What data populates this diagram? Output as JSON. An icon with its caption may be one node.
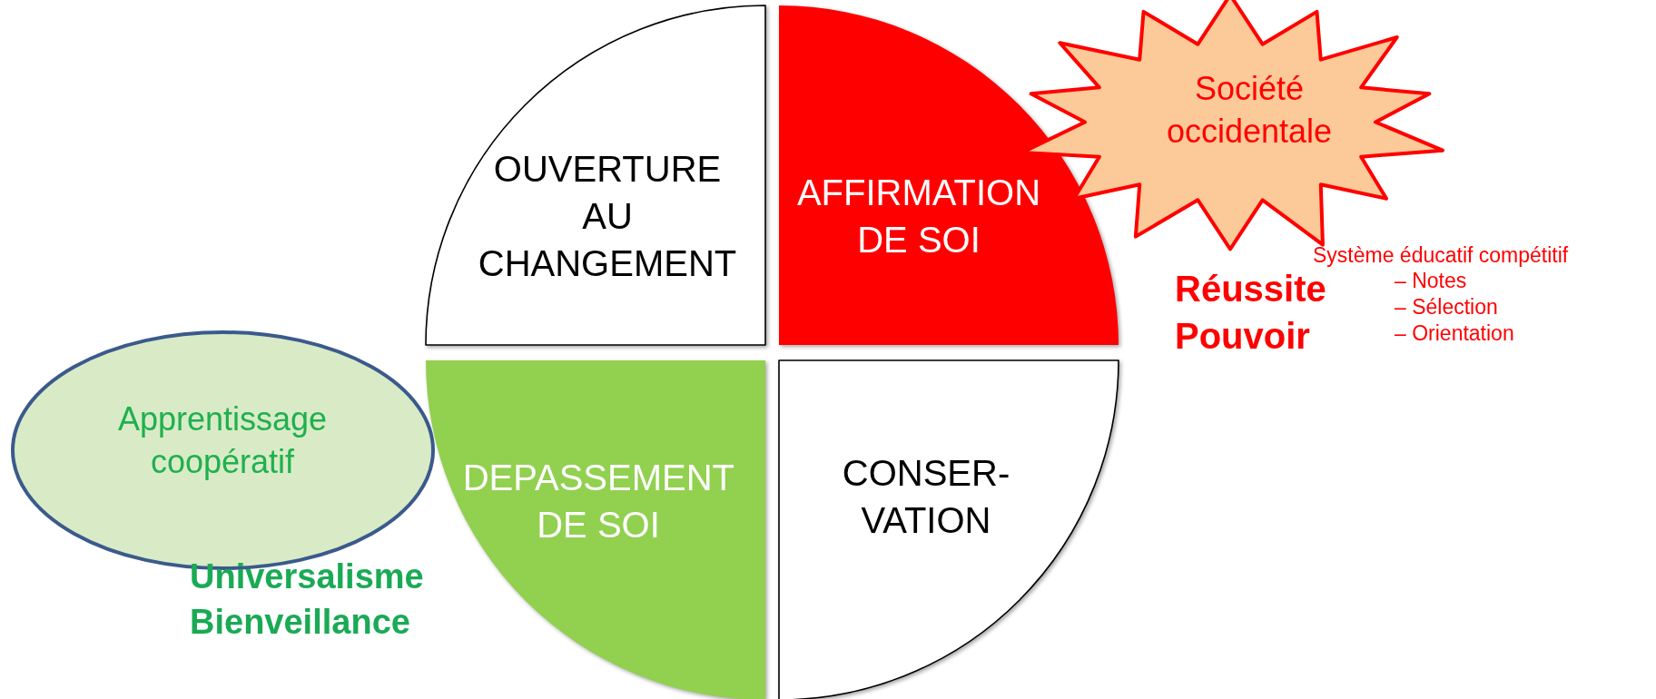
{
  "diagram": {
    "nodes": [
      {
        "text": [
          "OUVERTURE AU CHANGEMENT"
        ]
      },
      {
        "text": [
          "AFFIRMATION DE SOI"
        ]
      },
      {
        "text": [
          "DEPASSEMENT DE SOI"
        ]
      },
      {
        "text": [
          "CONSER- VATION"
        ]
      },
      {
        "text": [
          "Société occidentale"
        ]
      },
      {
        "text": [
          "Apprentissage coopératif"
        ]
      }
    ],
    "edges": [],
    "labels": [
      "Réussite",
      "Pouvoir",
      "Système éducatif compétitif",
      "– Notes",
      "– Sélection",
      "– Orientation",
      "Universalisme",
      "Bienveillance"
    ]
  }
}
